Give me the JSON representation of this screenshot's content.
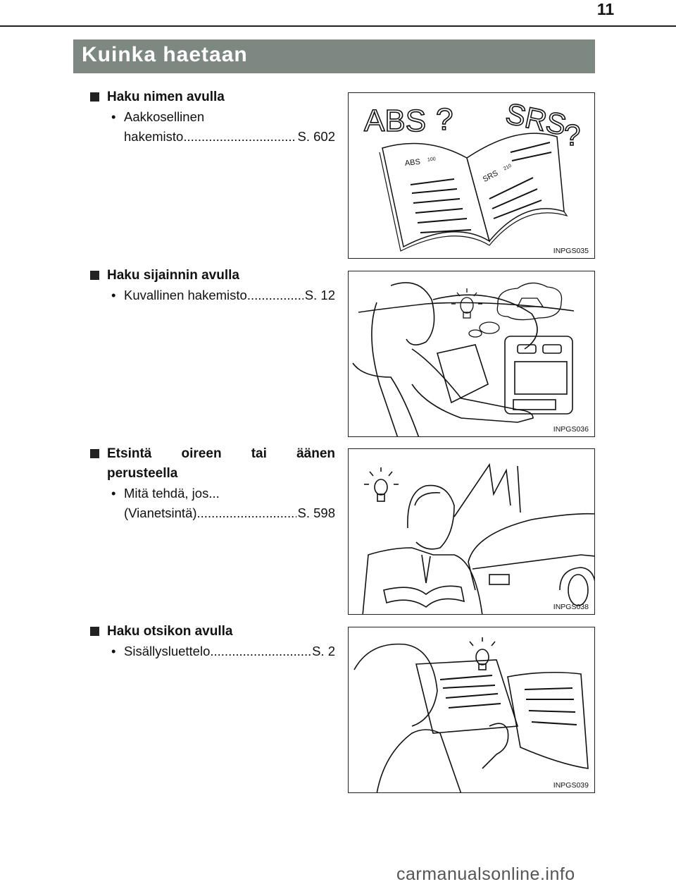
{
  "page": {
    "number": "11"
  },
  "header": {
    "title": "Kuinka haetaan"
  },
  "entries": [
    {
      "title": "Haku nimen avulla",
      "item_lines": [
        "Aakkosellinen",
        "hakemisto"
      ],
      "ref": "S. 602",
      "figure": {
        "code": "INPGS035",
        "big_left": "ABS",
        "big_right": "SRS",
        "q": "?",
        "small_left": "ABS",
        "num_left": "100",
        "small_right": "SRS",
        "num_right": "210"
      }
    },
    {
      "title": "Haku sijainnin avulla",
      "item_lines": [
        "Kuvallinen hakemisto"
      ],
      "ref": "S. 12",
      "figure": {
        "code": "INPGS036"
      }
    },
    {
      "title_lines": [
        "Etsintä oireen tai äänen",
        "perusteella"
      ],
      "item_lines": [
        "Mitä tehdä, jos...",
        "(Vianetsintä)"
      ],
      "ref": "S. 598",
      "figure": {
        "code": "INPGS038"
      }
    },
    {
      "title": "Haku otsikon avulla",
      "item_lines": [
        "Sisällysluettelo"
      ],
      "ref": "S. 2",
      "figure": {
        "code": "INPGS039"
      }
    }
  ],
  "icons": {
    "bullet": "black-square-bullet",
    "item": "middle-dot-bullet"
  },
  "footer": {
    "watermark": "carmanualsonline.info"
  },
  "colors": {
    "header_bg": "#7e8883",
    "header_text": "#ffffff"
  }
}
